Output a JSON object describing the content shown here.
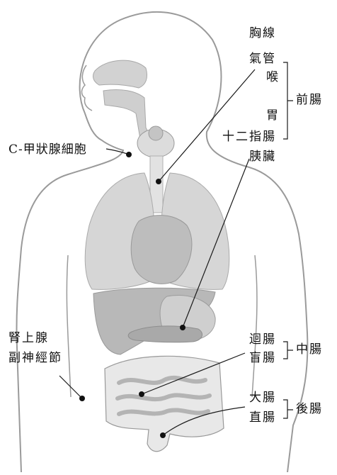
{
  "labels": {
    "thymus": "胸線",
    "trachea": "氣管",
    "larynx": "喉",
    "stomach": "胃",
    "duodenum": "十二指腸",
    "pancreas": "胰臟",
    "c_cell": "C-甲狀腺細胞",
    "foregut": "前腸",
    "ileum": "迴腸",
    "cecum": "盲腸",
    "midgut": "中腸",
    "colon": "大腸",
    "rectum": "直腸",
    "hindgut": "後腸",
    "adrenal": "腎上腺",
    "paraganglia": "副神經節"
  },
  "colors": {
    "outline": "#9a9a9a",
    "organ_light": "#e6e6e6",
    "organ_mid": "#c9c9c9",
    "organ_dark": "#aeaeae",
    "leader": "#1a1a1a",
    "dot": "#111111"
  }
}
